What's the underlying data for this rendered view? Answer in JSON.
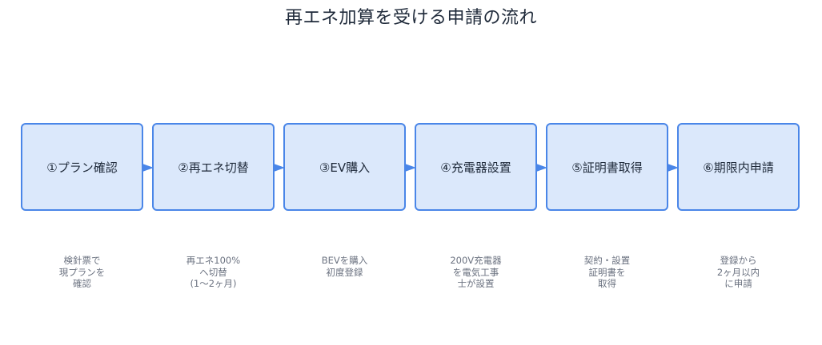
{
  "title": "再エネ加算を受ける申請の流れ",
  "colors": {
    "box_fill": "#dbe8fb",
    "box_border": "#4a86e8",
    "arrow": "#4a86e8",
    "note_text": "#6b7280"
  },
  "steps": [
    {
      "label": "①プラン確認",
      "note": [
        "検針票で",
        "現プランを",
        "確認"
      ]
    },
    {
      "label": "②再エネ切替",
      "note": [
        "再エネ100%",
        "へ切替",
        "(1〜2ヶ月)"
      ]
    },
    {
      "label": "③EV購入",
      "note": [
        "BEVを購入",
        "初度登録"
      ]
    },
    {
      "label": "④充電器設置",
      "note": [
        "200V充電器",
        "を電気工事",
        "士が設置"
      ]
    },
    {
      "label": "⑤証明書取得",
      "note": [
        "契約・設置",
        "証明書を",
        "取得"
      ]
    },
    {
      "label": "⑥期限内申請",
      "note": [
        "登録から",
        "2ヶ月以内",
        "に申請"
      ]
    }
  ]
}
